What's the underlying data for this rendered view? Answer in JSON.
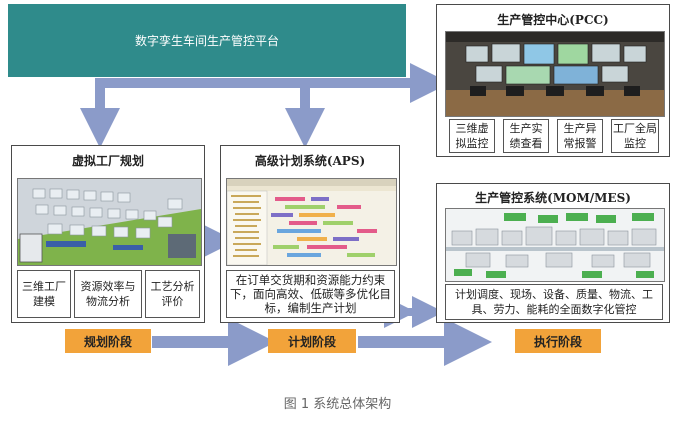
{
  "platform": {
    "title": "数字孪生车间生产管控平台"
  },
  "virtual_factory": {
    "title": "虚拟工厂规划",
    "cells": [
      "三维工厂建模",
      "资源效率与物流分析",
      "工艺分析评价"
    ],
    "stage": "规划阶段"
  },
  "aps": {
    "title": "高级计划系统(APS)",
    "description": "在订单交货期和资源能力约束下，面向高效、低碳等多优化目标，编制生产计划",
    "stage": "计划阶段"
  },
  "pcc": {
    "title": "生产管控中心(PCC)",
    "cells": [
      "三维虚拟监控",
      "生产实绩查看",
      "生产异常报警",
      "工厂全局监控"
    ]
  },
  "mes": {
    "title": "生产管控系统(MOM/MES)",
    "description": "计划调度、现场、设备、质量、物流、工具、劳力、能耗的全面数字化管控",
    "stage": "执行阶段"
  },
  "caption": "图 1 系统总体架构",
  "colors": {
    "banner": "#2f8b8b",
    "arrow": "#8b9bc9",
    "stage": "#f2a33a",
    "panel_bg": "#ffffff"
  }
}
